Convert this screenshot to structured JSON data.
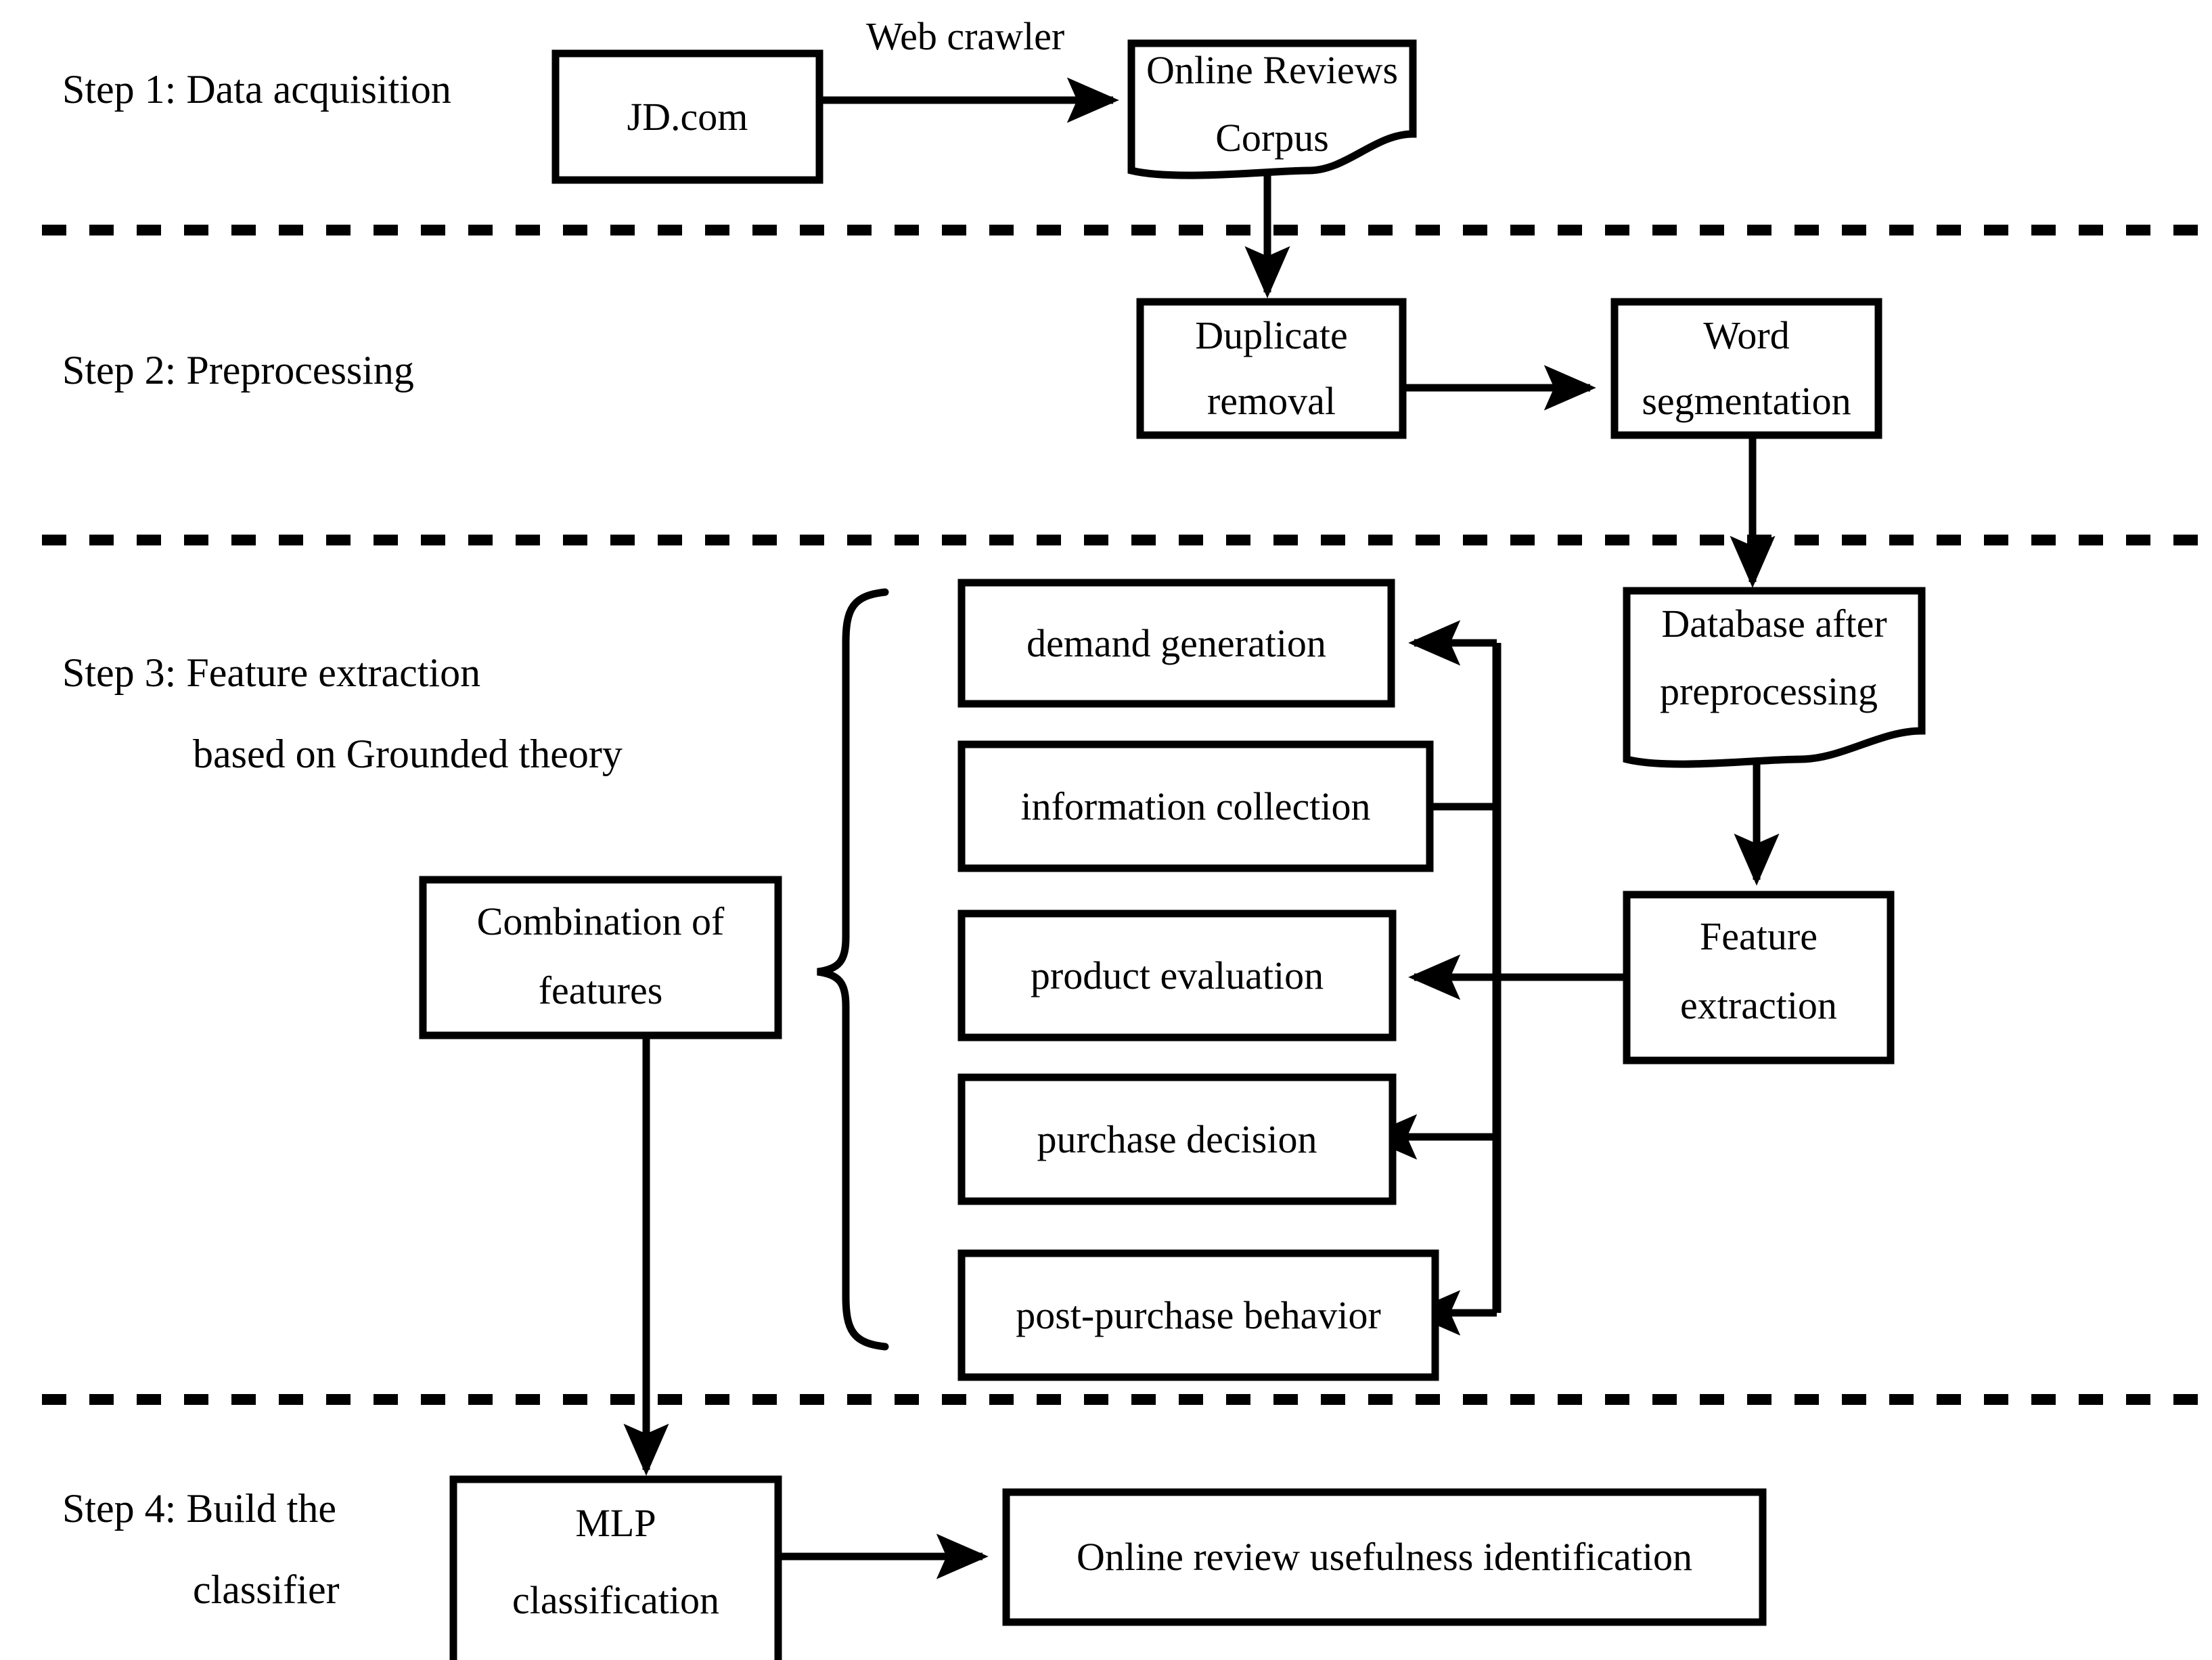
{
  "diagram": {
    "title_steps": [
      {
        "id": "step1",
        "label": "Step 1: Data acquisition"
      },
      {
        "id": "step2",
        "label": "Step 2: Preprocessing"
      },
      {
        "id": "step3",
        "label": "Step 3: Feature extraction\n    based on Grounded theory"
      },
      {
        "id": "step4",
        "label": "Step 4: Build the\n     classifier"
      }
    ],
    "step3_line1": "Step 3: Feature extraction",
    "step3_line2": "based on Grounded theory",
    "step4_line1": "Step 4: Build the",
    "step4_line2": "classifier",
    "nodes": {
      "jd": {
        "label": "JD.com",
        "shape": "rectangle"
      },
      "corpus": {
        "label": "Online Reviews\nCorpus",
        "line1": "Online Reviews",
        "line2": "Corpus",
        "shape": "document"
      },
      "duplicate_removal": {
        "label": "Duplicate\nremoval",
        "line1": "Duplicate",
        "line2": "removal",
        "shape": "rectangle"
      },
      "word_segmentation": {
        "label": "Word\nsegmentation",
        "line1": "Word",
        "line2": "segmentation",
        "shape": "rectangle"
      },
      "database": {
        "label": "Database after\npreprocessing",
        "line1": "Database after",
        "line2": "preprocessing",
        "shape": "document"
      },
      "feature_extraction": {
        "label": "Feature\nextraction",
        "line1": "Feature",
        "line2": "extraction",
        "shape": "rectangle"
      },
      "combination": {
        "label": "Combination of\nfeatures",
        "line1": "Combination of",
        "line2": "features",
        "shape": "rectangle"
      },
      "mlp": {
        "label": "MLP\nclassification",
        "line1": "MLP",
        "line2": "classification",
        "shape": "rectangle"
      },
      "identification": {
        "label": "Online review usefulness identification",
        "shape": "rectangle"
      }
    },
    "feature_items": [
      {
        "id": "demand-generation",
        "label": "demand generation"
      },
      {
        "id": "information-collection",
        "label": "information collection"
      },
      {
        "id": "product-evaluation",
        "label": "product evaluation"
      },
      {
        "id": "purchase-decision",
        "label": "purchase decision"
      },
      {
        "id": "post-purchase-behavior",
        "label": "post-purchase behavior"
      }
    ],
    "edges": [
      {
        "id": "jd-to-corpus",
        "label": "Web crawler"
      }
    ],
    "edge_label_web_crawler": "Web crawler",
    "colors": {
      "stroke": "#000000",
      "fill": "#ffffff",
      "text": "#000000",
      "divider": "#000000"
    }
  }
}
